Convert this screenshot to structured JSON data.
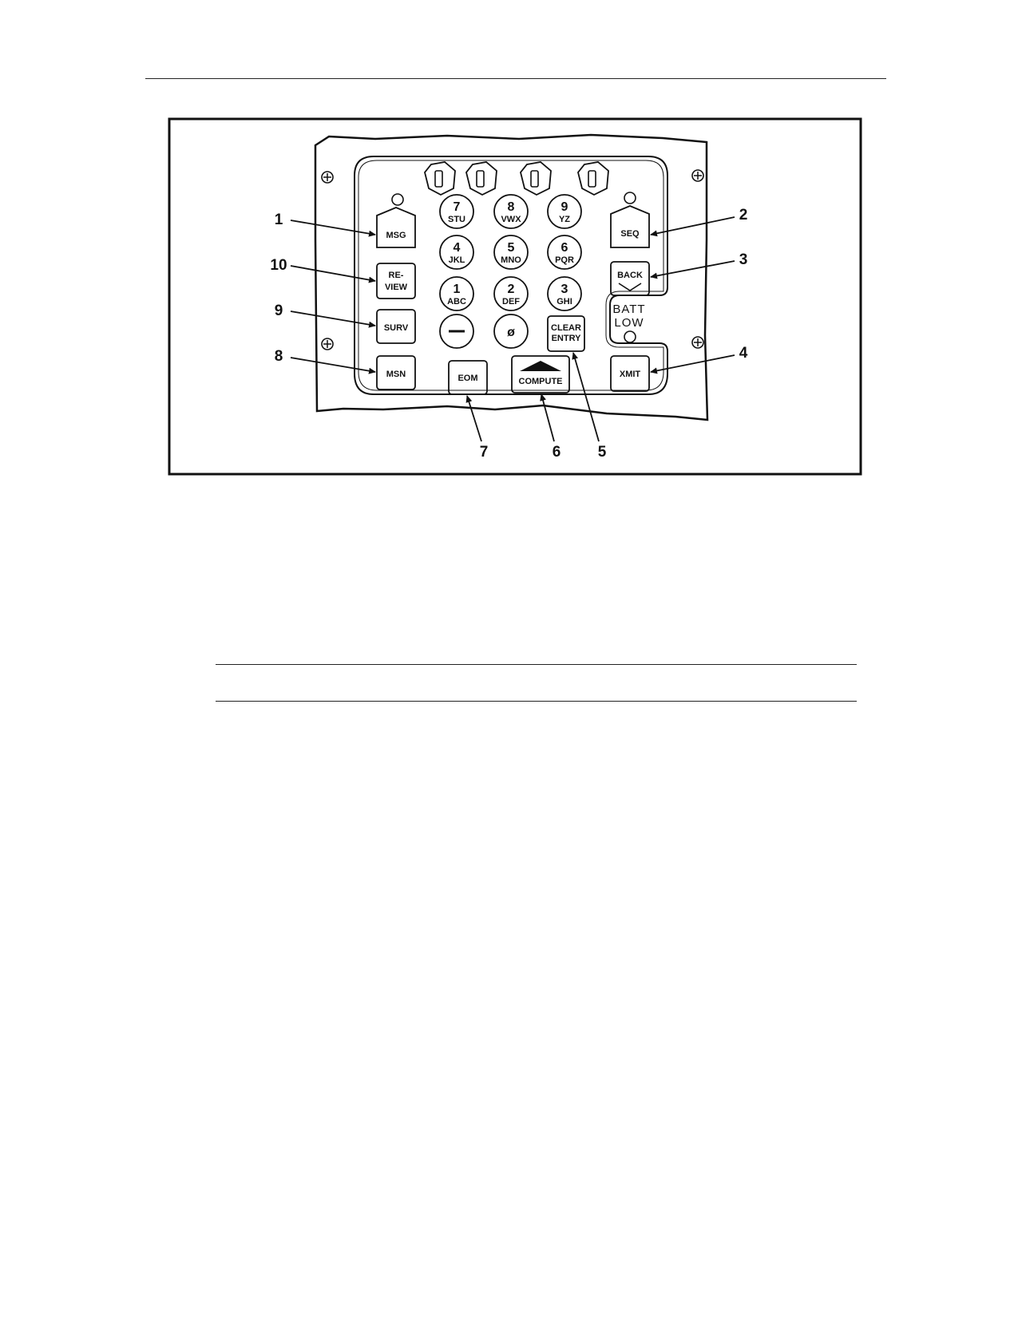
{
  "keypad": {
    "left_keys": [
      "MSG",
      "RE-|VIEW",
      "SURV",
      "MSN"
    ],
    "right_keys": [
      "SEQ",
      "BACK",
      "XMIT"
    ],
    "digit_keys": [
      {
        "digit": "7",
        "letters": "STU"
      },
      {
        "digit": "8",
        "letters": "VWX"
      },
      {
        "digit": "9",
        "letters": "YZ"
      },
      {
        "digit": "4",
        "letters": "JKL"
      },
      {
        "digit": "5",
        "letters": "MNO"
      },
      {
        "digit": "6",
        "letters": "PQR"
      },
      {
        "digit": "1",
        "letters": "ABC"
      },
      {
        "digit": "2",
        "letters": "DEF"
      },
      {
        "digit": "3",
        "letters": "GHI"
      }
    ],
    "minus_key": "—",
    "zero_key": "ø",
    "clear_entry": [
      "CLEAR",
      "ENTRY"
    ],
    "eom": "EOM",
    "compute": "COMPUTE",
    "batt_low": [
      "BATT",
      "LOW"
    ]
  },
  "callouts": [
    "1",
    "10",
    "9",
    "8",
    "2",
    "3",
    "4",
    "7",
    "6",
    "5"
  ]
}
